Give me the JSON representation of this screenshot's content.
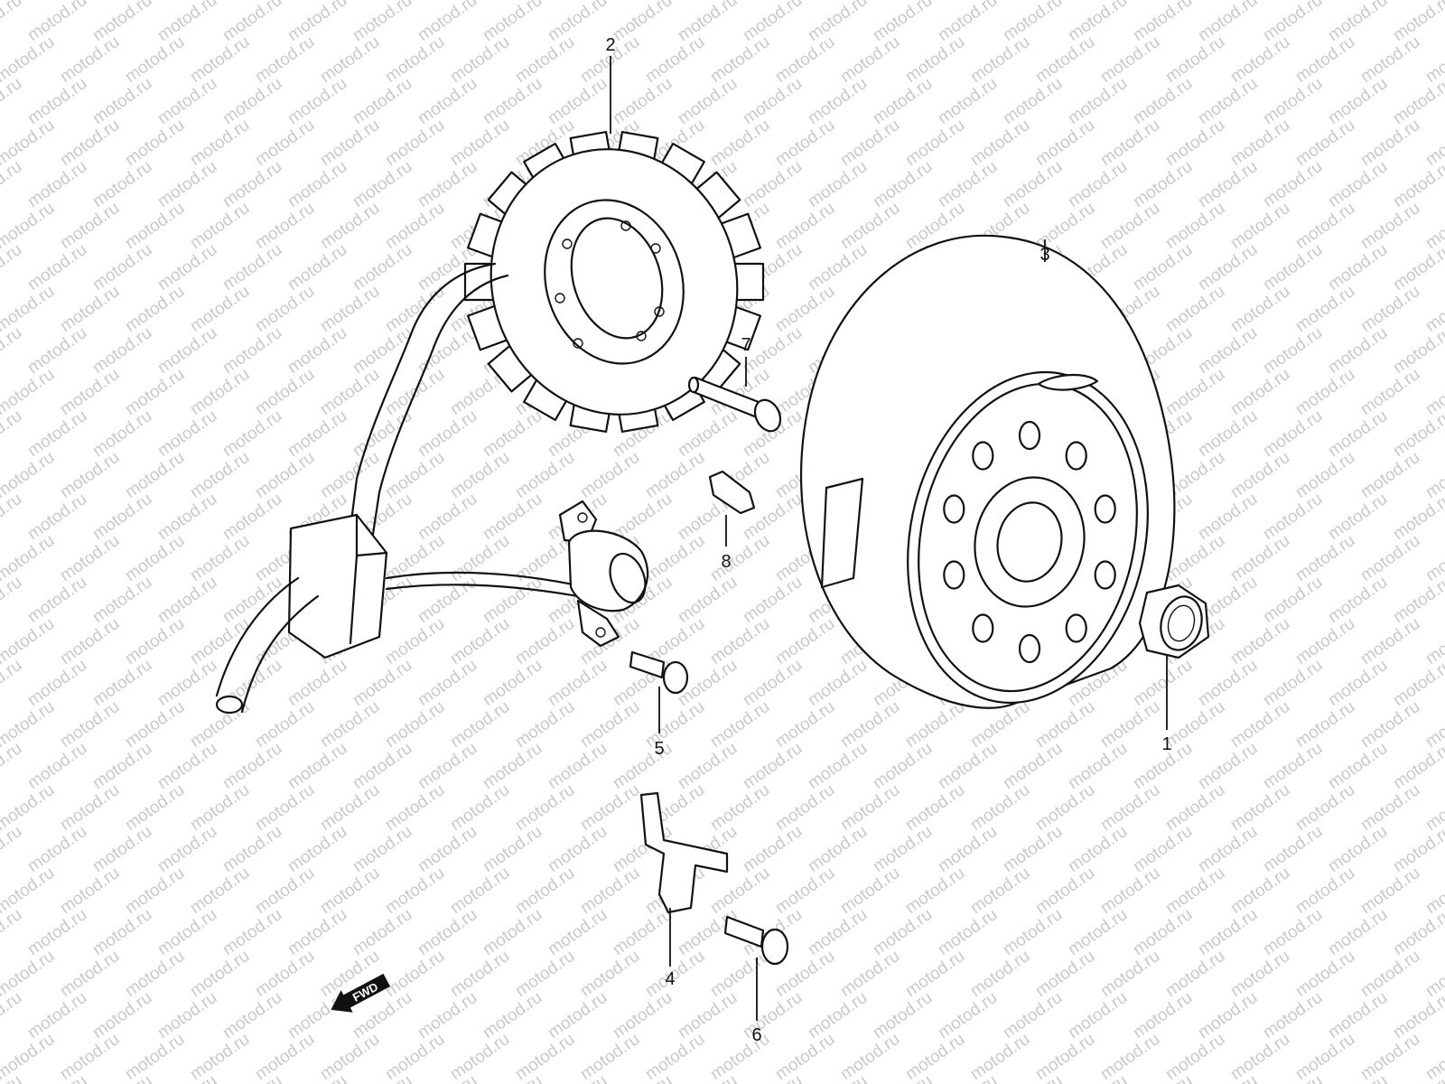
{
  "diagram": {
    "callouts": [
      {
        "id": "1",
        "label": "1"
      },
      {
        "id": "2",
        "label": "2"
      },
      {
        "id": "3",
        "label": "3"
      },
      {
        "id": "4",
        "label": "4"
      },
      {
        "id": "5",
        "label": "5"
      },
      {
        "id": "6",
        "label": "6"
      },
      {
        "id": "7",
        "label": "7"
      },
      {
        "id": "8",
        "label": "8"
      }
    ],
    "direction_label": "FWD",
    "watermark_text": "motod.ru"
  },
  "colors": {
    "line": "#111111",
    "background": "#ffffff",
    "watermark": "#c9c9c9"
  }
}
